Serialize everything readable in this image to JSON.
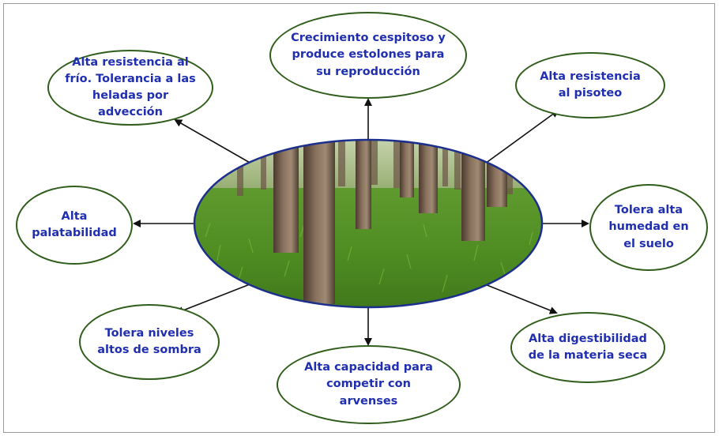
{
  "center": {
    "image": "forest-with-grass-photo"
  },
  "bubbles": {
    "top": "Crecimiento cespitoso y produce estolones para su reproducción",
    "top_left": "Alta resistencia al frío. Tolerancia a las heladas por advección",
    "top_right": "Alta resistencia al pisoteo",
    "left": "Alta palatabilidad",
    "right": "Tolera alta humedad en el suelo",
    "bottom_left": "Tolera niveles altos de sombra",
    "bottom": "Alta capacidad para competir con arvenses",
    "bottom_right": "Alta digestibilidad de la materia seca"
  },
  "colors": {
    "text": "#1f2fb0",
    "bubble_border": "#2f5d1a",
    "center_border": "#1c2f8c",
    "arrow": "#111111"
  }
}
